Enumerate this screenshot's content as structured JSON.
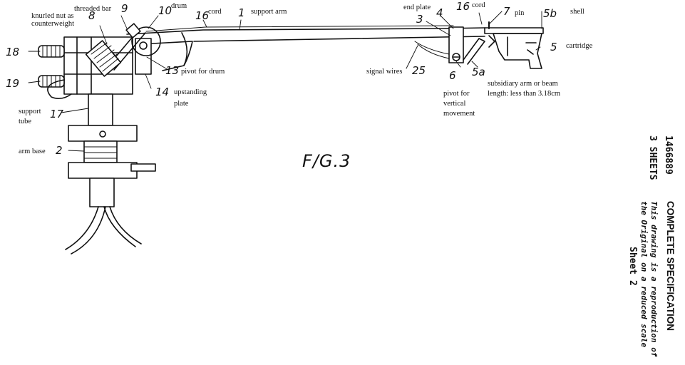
{
  "figure": {
    "title": "F/G.3",
    "labels": {
      "threaded_bar": "threaded bar",
      "knurled_nut_1": "knurled nut as",
      "knurled_nut_2": "counterweight",
      "drum": "drum",
      "cord_left": "cord",
      "support_arm": "support arm",
      "end_plate": "end plate",
      "cord_right": "cord",
      "pin": "pin",
      "shell": "shell",
      "cartridge": "cartridge",
      "pivot_for_drum": "pivot for drum",
      "upstanding_1": "upstanding",
      "upstanding_2": "plate",
      "signal_wires": "signal wires",
      "pivot_vert_1": "pivot for",
      "pivot_vert_2": "vertical",
      "pivot_vert_3": "movement",
      "subsidiary_1": "subsidiary arm or beam",
      "subsidiary_2": "length: less than 3.18cm",
      "support_tube_1": "support",
      "support_tube_2": "tube",
      "arm_base": "arm base"
    },
    "numerals": {
      "n9": "9",
      "n8": "8",
      "n10": "10",
      "n16a": "16",
      "n1": "1",
      "n3": "3",
      "n4": "4",
      "n16b": "16",
      "n7": "7",
      "n5b": "5b",
      "n5": "5",
      "n13": "13",
      "n25": "25",
      "n6": "6",
      "n5a": "5a",
      "n14": "14",
      "n18": "18",
      "n19": "19",
      "n17": "17",
      "n2": "2"
    }
  },
  "margin": {
    "patent_number": "1466889",
    "spec_type": "COMPLETE SPECIFICATION",
    "sheets_total": "3 SHEETS",
    "reproduction_note_1": "This drawing is a reproduction of",
    "reproduction_note_2": "the Original on a reduced scale",
    "sheet_number": "Sheet 2"
  }
}
